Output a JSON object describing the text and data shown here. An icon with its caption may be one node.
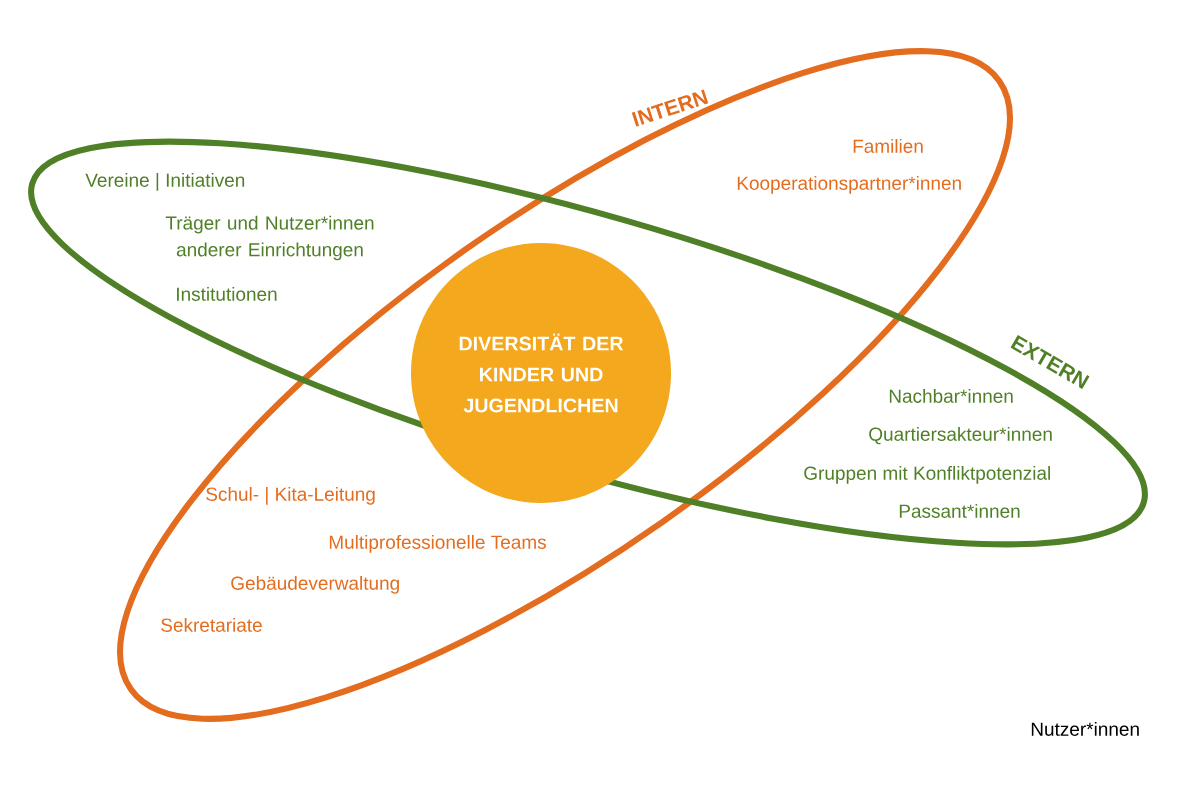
{
  "diagram": {
    "nodes": [
      {
        "text": [
          "INTERN"
        ]
      },
      {
        "text": [
          "EXTERN"
        ]
      },
      {
        "text": [
          "DIVERSITÄT DER KINDER UND JUGENDLICHEN"
        ]
      }
    ],
    "labels": [
      "Vereine | Initiativen",
      "Träger und Nutzer*innen anderer Einrichtungen",
      "Institutionen",
      "Familien",
      "Kooperationspartner*innen",
      "Nachbar*innen",
      "Quartiersakteur*innen",
      "Gruppen mit Konfliktpotenzial",
      "Passant*innen",
      "Schul- | Kita-Leitung",
      "Multiprofessionelle Teams",
      "Gebäudeverwaltung",
      "Sekretariate",
      "Nutzer*innen"
    ]
  }
}
